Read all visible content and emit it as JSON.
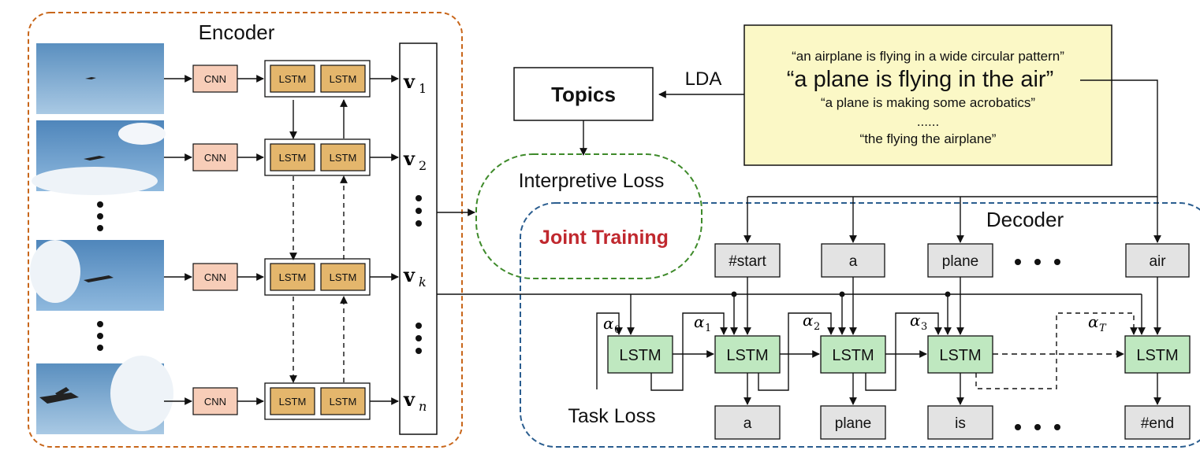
{
  "encoder": {
    "title": "Encoder",
    "cnn_label": "CNN",
    "lstm_label": "LSTM",
    "features": [
      {
        "v": "v",
        "sub": "1"
      },
      {
        "v": "v",
        "sub": "2"
      },
      {
        "v": "v",
        "sub": "k"
      },
      {
        "v": "v",
        "sub": "n"
      }
    ]
  },
  "captions": {
    "c1": "“an airplane is flying in a wide circular pattern”",
    "c2": "“a plane is flying in the air”",
    "c3": "“a plane is making some acrobatics”",
    "c4": "......",
    "c5": "“the flying the airplane”"
  },
  "lda_label": "LDA",
  "topics_label": "Topics",
  "interpretive_loss": "Interpretive Loss",
  "joint_training": "Joint Training",
  "decoder": {
    "title": "Decoder",
    "inputs": [
      "#start",
      "a",
      "plane",
      "air"
    ],
    "outputs": [
      "a",
      "plane",
      "is",
      "#end"
    ],
    "lstm_label": "LSTM",
    "alphas": [
      {
        "a": "α",
        "sub": "0"
      },
      {
        "a": "α",
        "sub": "1"
      },
      {
        "a": "α",
        "sub": "2"
      },
      {
        "a": "α",
        "sub": "3"
      },
      {
        "a": "α",
        "sub": "T"
      }
    ]
  },
  "task_loss": "Task Loss",
  "colors": {
    "encoder_border": "#c8661a",
    "decoder_border": "#2a5d8f",
    "interp_border": "#3e8a2a",
    "joint_text": "#c0282e",
    "cnn_fill": "#f7cdb8",
    "enc_lstm_fill": "#e4b66c",
    "dec_lstm_fill": "#bfe8c0",
    "word_fill": "#e3e3e3",
    "caption_fill": "#fbf8c6"
  }
}
